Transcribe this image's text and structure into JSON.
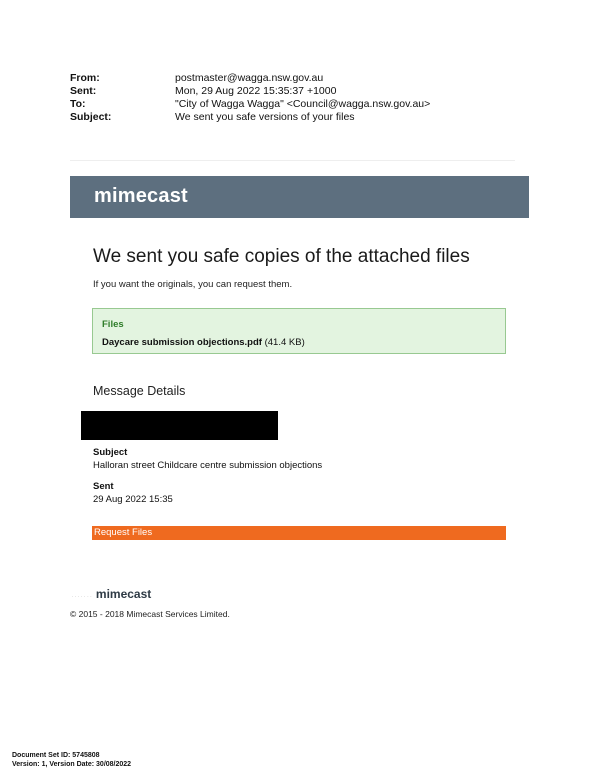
{
  "email_header": {
    "rows": [
      {
        "label": "From:",
        "value": "postmaster@wagga.nsw.gov.au"
      },
      {
        "label": "Sent:",
        "value": "Mon, 29 Aug 2022 15:35:37 +1000"
      },
      {
        "label": "To:",
        "value": "\"City of Wagga Wagga\" <Council@wagga.nsw.gov.au>"
      },
      {
        "label": "Subject:",
        "value": "We sent you safe versions of your files"
      }
    ]
  },
  "banner": {
    "logo_text": "mimecast",
    "color": "#5d6f7f"
  },
  "main": {
    "heading": "We sent you safe copies of the attached files",
    "subtext": "If you want the originals, you can request them."
  },
  "files": {
    "label": "Files",
    "file_name": "Daycare submission objections.pdf",
    "file_size": "(41.4 KB)"
  },
  "details": {
    "heading": "Message Details",
    "subject_label": "Subject",
    "subject_value": "Halloran street Childcare centre submission objections",
    "sent_label": "Sent",
    "sent_value": "29 Aug 2022 15:35"
  },
  "request_button": {
    "label": "Request Files",
    "color": "#ef6a1f"
  },
  "footer": {
    "brand": "mimecast",
    "copyright": "© 2015 - 2018 Mimecast Services Limited."
  },
  "document_set": {
    "id_line": "Document Set ID: 5745808",
    "version_line": "Version: 1, Version Date: 30/08/2022"
  }
}
